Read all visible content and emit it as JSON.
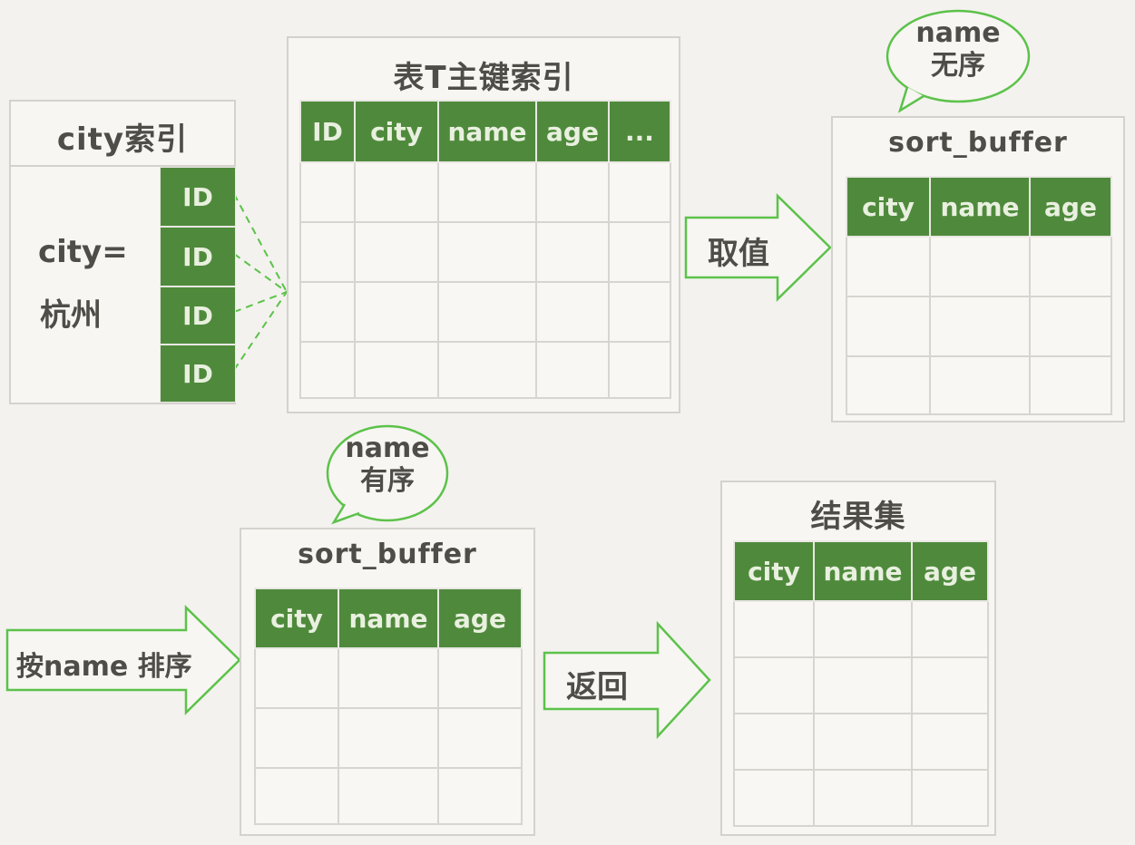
{
  "city_index": {
    "title": "city索引",
    "condition_line1": "city=",
    "condition_line2": "杭州",
    "ids": [
      "ID",
      "ID",
      "ID",
      "ID"
    ]
  },
  "primary_index": {
    "title": "表T主键索引",
    "columns": [
      "ID",
      "city",
      "name",
      "age",
      "..."
    ]
  },
  "fetch_arrow": {
    "label": "取值"
  },
  "sort_buffer_unsorted": {
    "title": "sort_buffer",
    "columns": [
      "city",
      "name",
      "age"
    ],
    "bubble_line1": "name",
    "bubble_line2": "无序"
  },
  "sort_arrow": {
    "label": "按name 排序"
  },
  "sort_buffer_sorted": {
    "title": "sort_buffer",
    "columns": [
      "city",
      "name",
      "age"
    ],
    "bubble_line1": "name",
    "bubble_line2": "有序"
  },
  "return_arrow": {
    "label": "返回"
  },
  "result_set": {
    "title": "结果集",
    "columns": [
      "city",
      "name",
      "age"
    ]
  },
  "colors": {
    "header_green": "#4f8a3c",
    "arrow_green": "#5cc24a",
    "bg": "#f3f2ee"
  }
}
